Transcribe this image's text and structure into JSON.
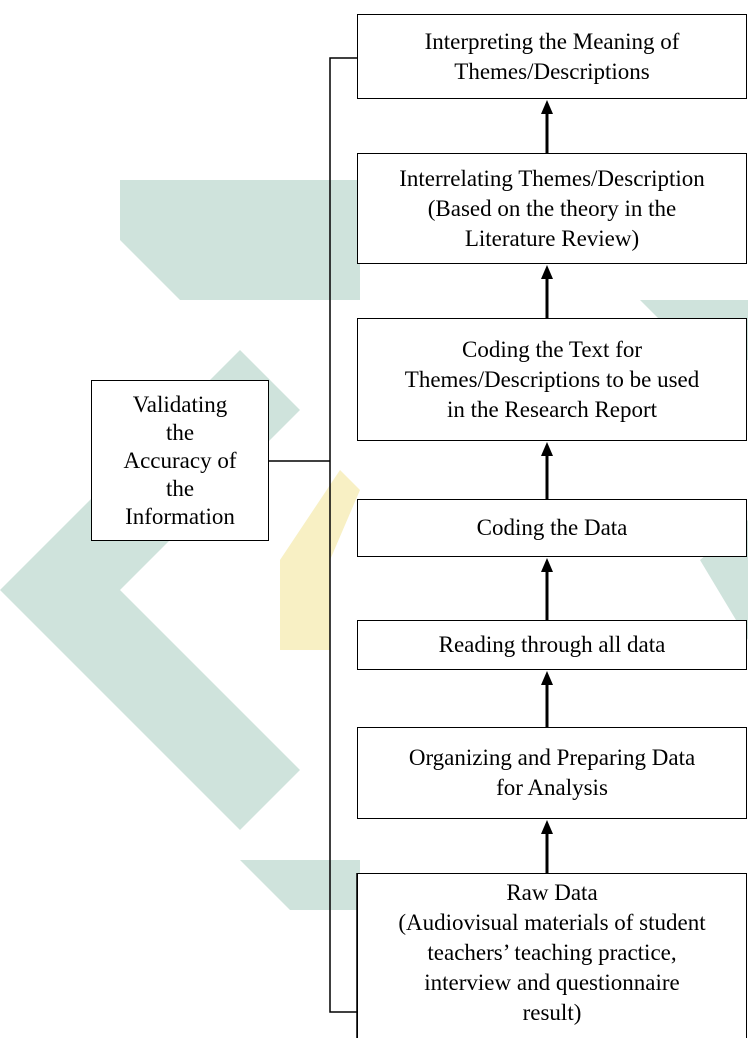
{
  "diagram": {
    "steps": [
      {
        "id": "interpreting",
        "text": "Interpreting the Meaning of\nThemes/Descriptions"
      },
      {
        "id": "interrelating",
        "text": "Interrelating Themes/Description\n(Based on the theory in the\nLiterature Review)"
      },
      {
        "id": "coding_text",
        "text": "Coding the Text for\nThemes/Descriptions to be used\nin the Research Report"
      },
      {
        "id": "coding_data",
        "text": "Coding the Data"
      },
      {
        "id": "reading",
        "text": "Reading through all data"
      },
      {
        "id": "organizing",
        "text": "Organizing and Preparing Data\nfor Analysis"
      },
      {
        "id": "raw_data",
        "text": "Raw Data\n(Audiovisual materials of student\nteachers’ teaching practice,\ninterview and questionnaire\nresult)"
      }
    ],
    "validation": {
      "text": "Validating\nthe\nAccuracy of\nthe\nInformation"
    },
    "watermark_color_green": "#cfe3dc",
    "watermark_color_yellow": "#f8f0c4"
  }
}
